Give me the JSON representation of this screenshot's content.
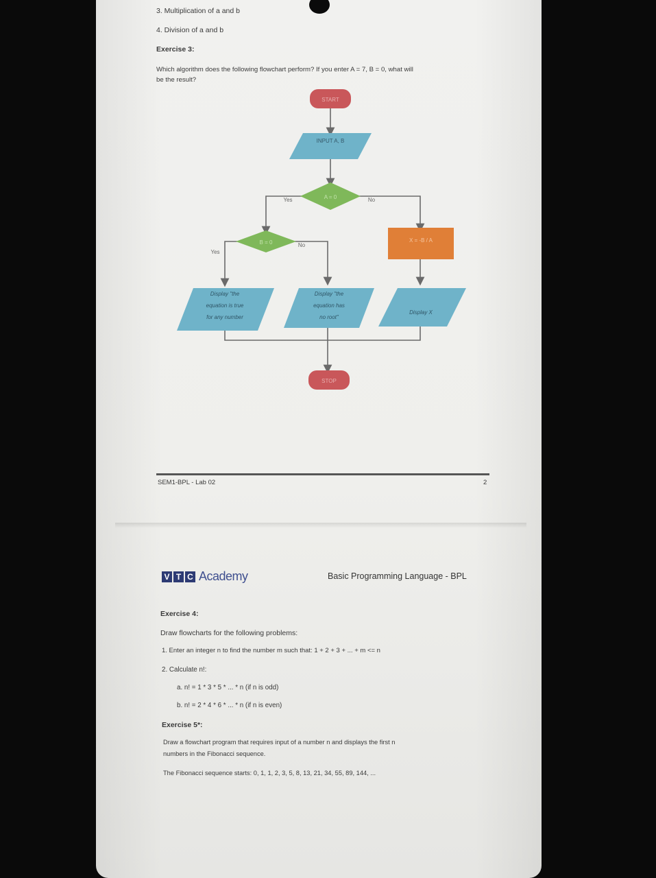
{
  "page1": {
    "item3": "3.  Multiplication of a and b",
    "item4": "4.  Division of a and b",
    "exercise3_title": "Exercise 3:",
    "exercise3_q1": "Which algorithm does the following flowchart perform? If you enter A = 7, B = 0, what will",
    "exercise3_q2": "be the result?",
    "footer_left": "SEM1-BPL - Lab 02",
    "footer_page": "2"
  },
  "flowchart": {
    "start": "START",
    "input": "INPUT A, B",
    "cond1": "A = 0",
    "yes1": "Yes",
    "no1": "No",
    "cond2": "B = 0",
    "yes2": "Yes",
    "no2": "No",
    "process": "X = -B / A",
    "out1_l1": "Display \"the",
    "out1_l2": "equation is true",
    "out1_l3": "for any number",
    "out2_l1": "Display \"the",
    "out2_l2": "equation has",
    "out2_l3": "no root\"",
    "out3": "Display X",
    "stop": "STOP",
    "colors": {
      "terminal": "#c9575a",
      "input": "#6fb3c9",
      "decision": "#7fb85a",
      "process": "#e07f37"
    }
  },
  "page2": {
    "logo_letters": [
      "V",
      "T",
      "C"
    ],
    "logo_word": "Academy",
    "header_right": "Basic Programming Language - BPL",
    "exercise4_title": "Exercise 4:",
    "exercise4_intro": "Draw flowcharts for the following problems:",
    "ex4_item1": "1.  Enter an integer n to find the number m such that: 1 + 2 + 3 + ... + m <= n",
    "ex4_item2": "2.  Calculate n!:",
    "ex4_item2a": "a.   n! = 1 * 3 * 5 * ... * n (if n is odd)",
    "ex4_item2b": "b.   n! = 2 * 4 * 6 * ... * n (if n is even)",
    "exercise5_title": "Exercise 5*:",
    "exercise5_q1": "Draw a flowchart program that requires input of a number n and displays the first n",
    "exercise5_q2": "numbers in the Fibonacci sequence.",
    "exercise5_seq": "The Fibonacci sequence starts: 0, 1, 1, 2, 3, 5, 8, 13, 21, 34, 55, 89, 144, ..."
  }
}
